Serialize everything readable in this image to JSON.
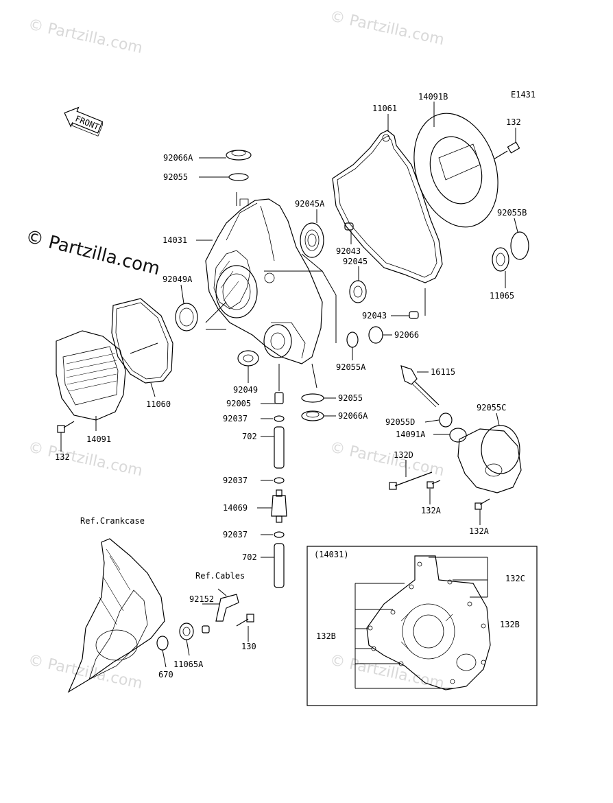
{
  "watermark": {
    "text": "© Partzilla.com"
  },
  "diagram_code": "E1431",
  "front_label": "FRONT",
  "refs": {
    "crankcase": "Ref.Crankcase",
    "cables": "Ref.Cables"
  },
  "inset_title": "(14031)",
  "labels": {
    "l14091B": "14091B",
    "l11061": "11061",
    "l132_top": "132",
    "l92066A_top": "92066A",
    "l92055_top": "92055",
    "l92045A": "92045A",
    "l92055B": "92055B",
    "l14031": "14031",
    "l92043_a": "92043",
    "l92045": "92045",
    "l92049A": "92049A",
    "l11065": "11065",
    "l92043_b": "92043",
    "l92066": "92066",
    "l92055A": "92055A",
    "l92049": "92049",
    "l11060": "11060",
    "l16115": "16115",
    "l92005": "92005",
    "l92055_mid": "92055",
    "l92037_a": "92037",
    "l92066A_mid": "92066A",
    "l92055D": "92055D",
    "l92055C": "92055C",
    "l14091A": "14091A",
    "l702_a": "702",
    "l14091": "14091",
    "l132_left": "132",
    "l132D": "132D",
    "l92037_b": "92037",
    "l132A_a": "132A",
    "l14069": "14069",
    "l132A_b": "132A",
    "l92037_c": "92037",
    "l702_b": "702",
    "l132C": "132C",
    "l92152": "92152",
    "l132B_r": "132B",
    "l132B_l": "132B",
    "l130": "130",
    "l670": "670",
    "l11065A": "11065A"
  }
}
